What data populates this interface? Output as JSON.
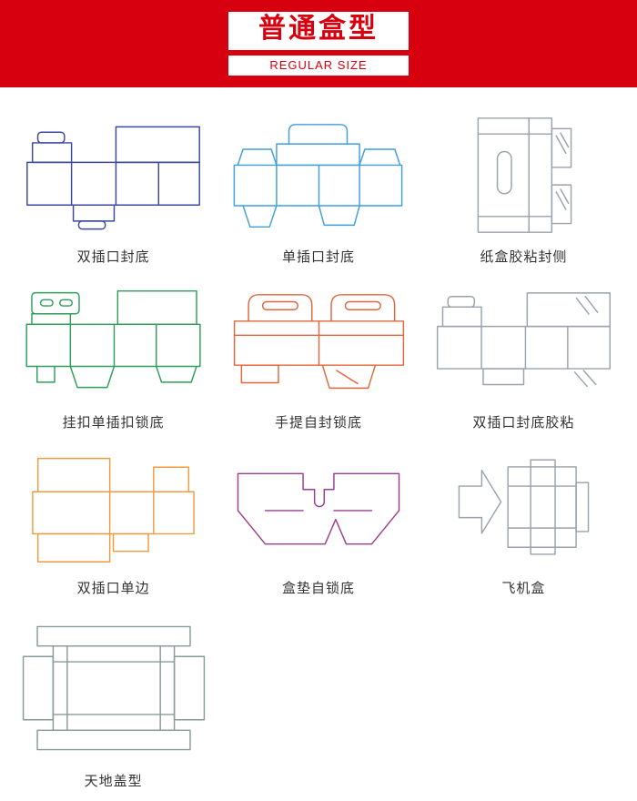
{
  "header": {
    "title": "普通盒型",
    "subtitle": "REGULAR SIZE",
    "banner_color": "#d7000f"
  },
  "items": [
    {
      "label": "双插口封底",
      "color": "#3b4a9b",
      "icon": "dieline-double-tuck-bottom"
    },
    {
      "label": "单插口封底",
      "color": "#3f9fd8",
      "icon": "dieline-single-tuck-bottom"
    },
    {
      "label": "纸盒胶粘封侧",
      "color": "#9aa2ab",
      "icon": "dieline-side-glue-carton"
    },
    {
      "label": "挂扣单插扣锁底",
      "color": "#2f9e5a",
      "icon": "dieline-hang-tab-lock-bottom"
    },
    {
      "label": "手提自封锁底",
      "color": "#e2663c",
      "icon": "dieline-handle-self-lock-bottom"
    },
    {
      "label": "双插口封底胶粘",
      "color": "#9aa2ab",
      "icon": "dieline-double-tuck-glued"
    },
    {
      "label": "双插口单边",
      "color": "#f09a40",
      "icon": "dieline-double-tuck-single-side"
    },
    {
      "label": "盒垫自锁底",
      "color": "#9c3d8f",
      "icon": "dieline-box-pad-self-lock"
    },
    {
      "label": "飞机盒",
      "color": "#9aa2ab",
      "icon": "dieline-mailer-box"
    },
    {
      "label": "天地盖型",
      "color": "#8a9a9b",
      "icon": "dieline-top-bottom-lid"
    }
  ]
}
